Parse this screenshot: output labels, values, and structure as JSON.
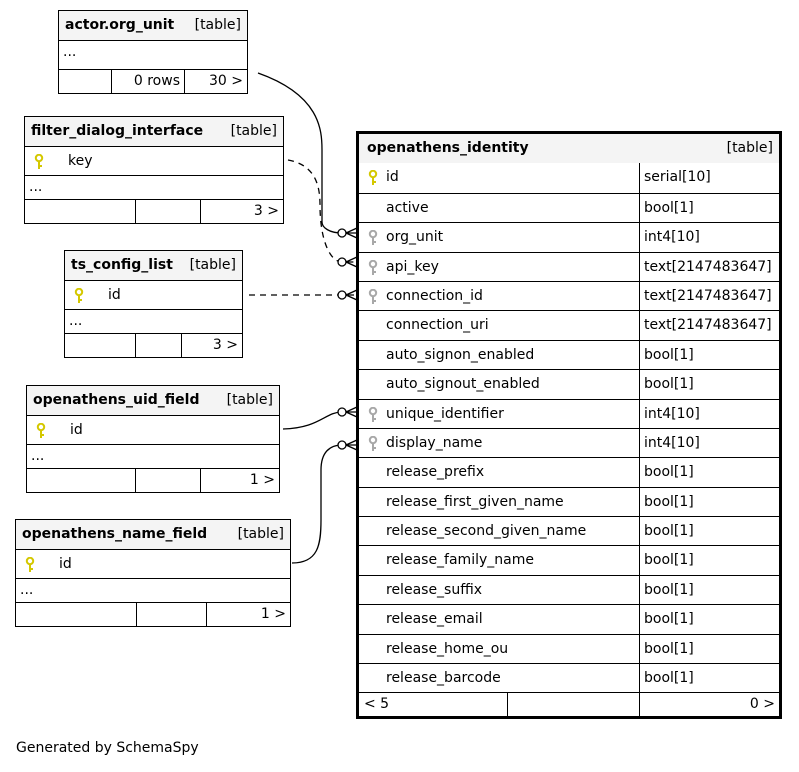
{
  "tables": {
    "actor_org_unit": {
      "name": "actor.org_unit",
      "tag": "[table]",
      "dots": "...",
      "rows": "0 rows",
      "children": "30 >"
    },
    "filter_dialog_interface": {
      "name": "filter_dialog_interface",
      "tag": "[table]",
      "col": "key",
      "dots": "...",
      "children": "3 >"
    },
    "ts_config_list": {
      "name": "ts_config_list",
      "tag": "[table]",
      "col": "id",
      "dots": "...",
      "children": "3 >"
    },
    "openathens_uid_field": {
      "name": "openathens_uid_field",
      "tag": "[table]",
      "col": "id",
      "dots": "...",
      "children": "1 >"
    },
    "openathens_name_field": {
      "name": "openathens_name_field",
      "tag": "[table]",
      "col": "id",
      "dots": "...",
      "children": "1 >"
    },
    "openathens_identity": {
      "name": "openathens_identity",
      "tag": "[table]",
      "columns": [
        {
          "name": "id",
          "type": "serial[10]",
          "icon": "primary-key"
        },
        {
          "name": "active",
          "type": "bool[1]",
          "icon": ""
        },
        {
          "name": "org_unit",
          "type": "int4[10]",
          "icon": "foreign-key"
        },
        {
          "name": "api_key",
          "type": "text[2147483647]",
          "icon": "foreign-key"
        },
        {
          "name": "connection_id",
          "type": "text[2147483647]",
          "icon": "foreign-key"
        },
        {
          "name": "connection_uri",
          "type": "text[2147483647]",
          "icon": ""
        },
        {
          "name": "auto_signon_enabled",
          "type": "bool[1]",
          "icon": ""
        },
        {
          "name": "auto_signout_enabled",
          "type": "bool[1]",
          "icon": ""
        },
        {
          "name": "unique_identifier",
          "type": "int4[10]",
          "icon": "foreign-key"
        },
        {
          "name": "display_name",
          "type": "int4[10]",
          "icon": "foreign-key"
        },
        {
          "name": "release_prefix",
          "type": "bool[1]",
          "icon": ""
        },
        {
          "name": "release_first_given_name",
          "type": "bool[1]",
          "icon": ""
        },
        {
          "name": "release_second_given_name",
          "type": "bool[1]",
          "icon": ""
        },
        {
          "name": "release_family_name",
          "type": "bool[1]",
          "icon": ""
        },
        {
          "name": "release_suffix",
          "type": "bool[1]",
          "icon": ""
        },
        {
          "name": "release_email",
          "type": "bool[1]",
          "icon": ""
        },
        {
          "name": "release_home_ou",
          "type": "bool[1]",
          "icon": ""
        },
        {
          "name": "release_barcode",
          "type": "bool[1]",
          "icon": ""
        }
      ],
      "parents": "< 5",
      "children": "0 >"
    }
  },
  "footer": "Generated by SchemaSpy",
  "colors": {
    "primary_key": "#d4c800",
    "foreign_key": "#a8a8a8",
    "header_bg": "#f4f4f4"
  }
}
